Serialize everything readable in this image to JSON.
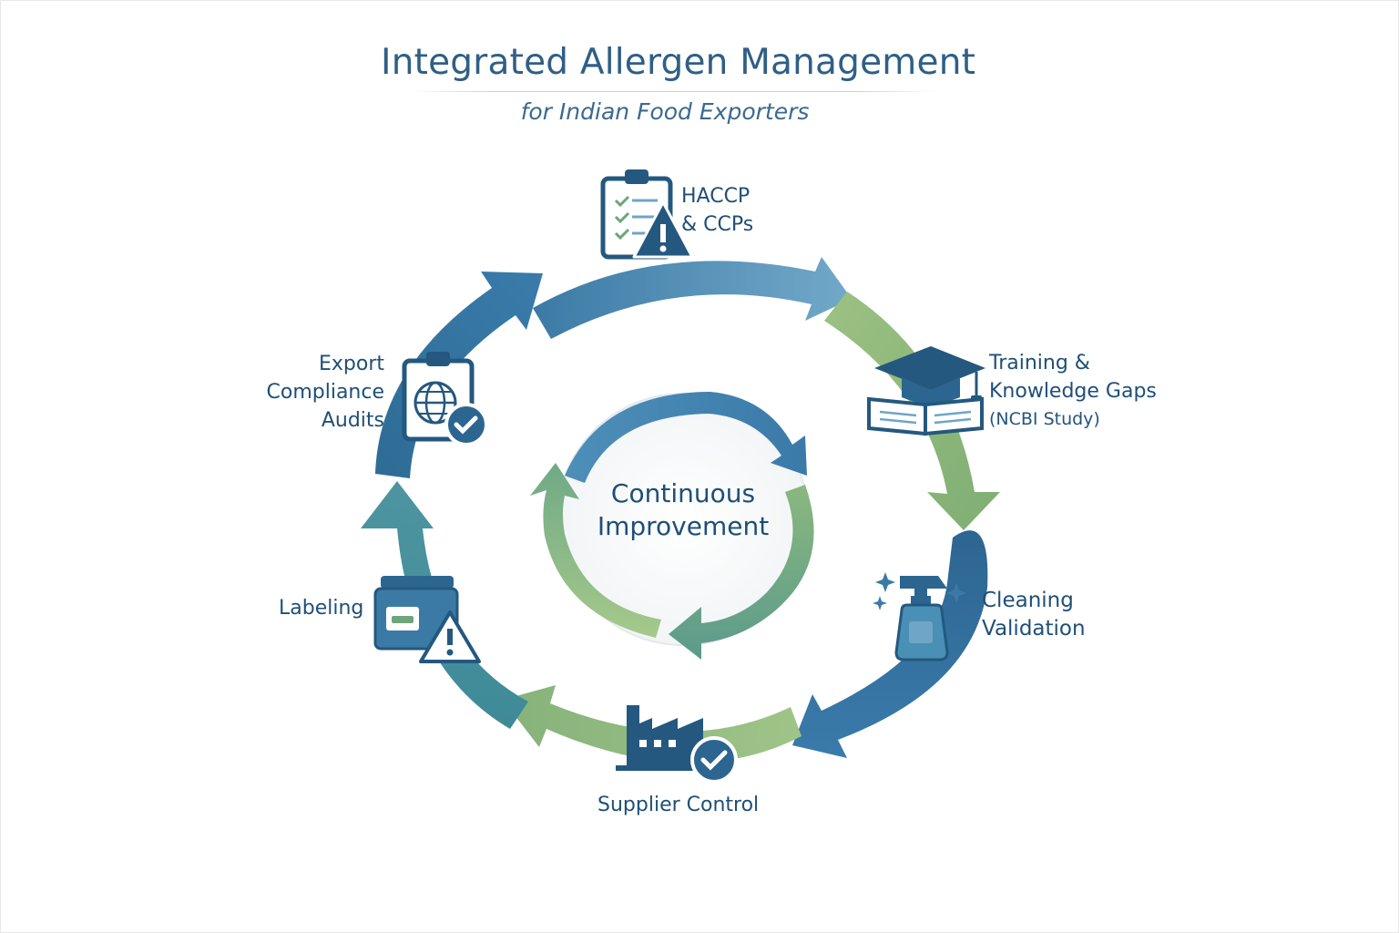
{
  "title": "Integrated Allergen Management",
  "subtitle": "for Indian Food Exporters",
  "center": {
    "line1": "Continuous",
    "line2": "Improvement"
  },
  "stages": [
    {
      "id": "haccp",
      "lines": [
        "HACCP",
        "& CCPs"
      ],
      "icon": "clipboard-warning-icon"
    },
    {
      "id": "training",
      "lines": [
        "Training &",
        "Knowledge Gaps"
      ],
      "note": "(NCBI Study)",
      "icon": "graduation-book-icon"
    },
    {
      "id": "cleaning",
      "lines": [
        "Cleaning",
        "Validation"
      ],
      "icon": "spray-bottle-icon"
    },
    {
      "id": "supplier",
      "lines": [
        "Supplier Control"
      ],
      "icon": "factory-check-icon"
    },
    {
      "id": "labeling",
      "lines": [
        "Labeling"
      ],
      "icon": "jar-warning-icon"
    },
    {
      "id": "audits",
      "lines": [
        "Export",
        "Compliance",
        "Audits"
      ],
      "icon": "clipboard-globe-check-icon"
    }
  ],
  "colors": {
    "navy": "#24587f",
    "blue": "#3c7aa6",
    "light_blue": "#6fa5c6",
    "green": "#8ab377",
    "teal": "#4a8f98",
    "text": "#1f4f77"
  }
}
